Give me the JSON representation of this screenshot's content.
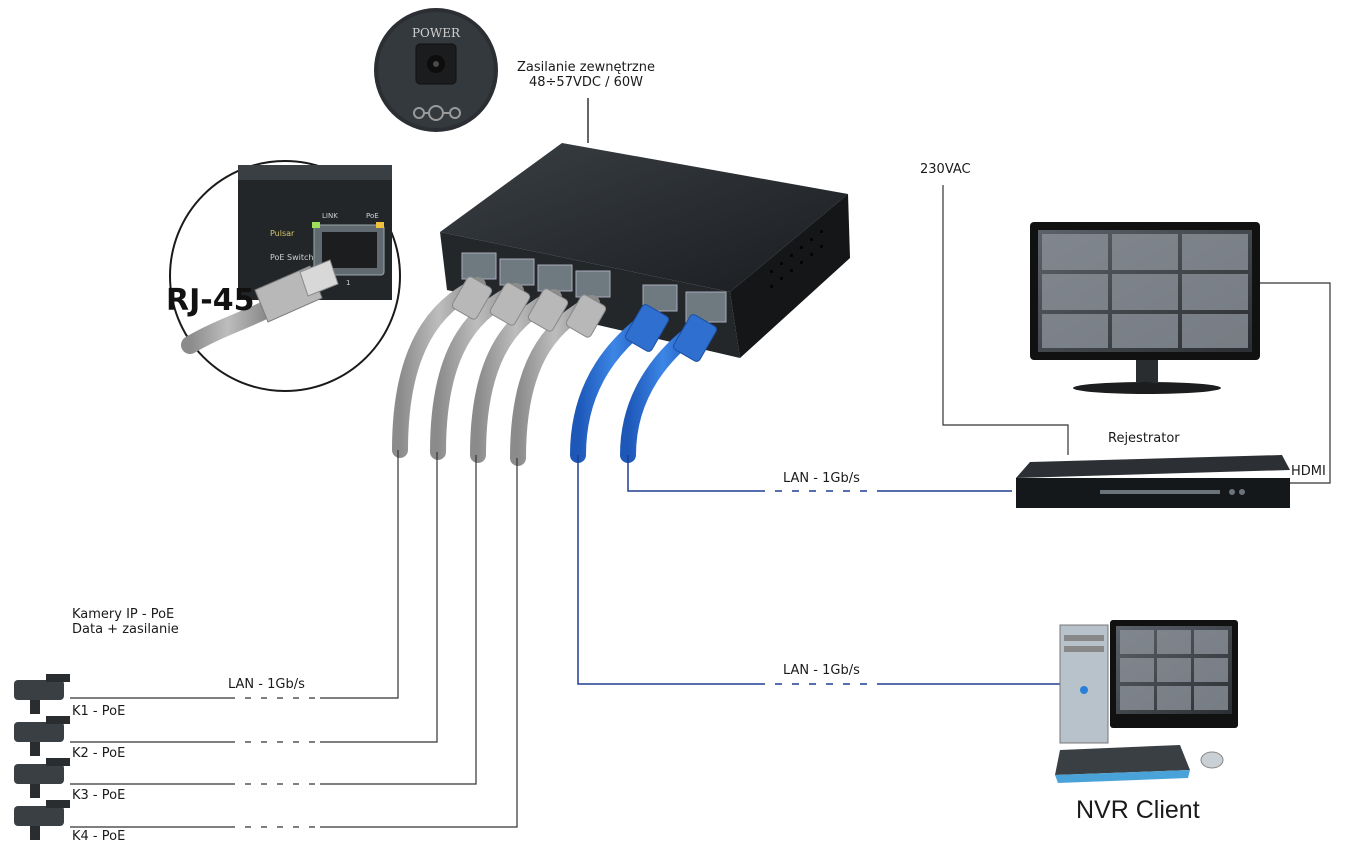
{
  "power": {
    "jack_label": "POWER",
    "line1": "Zasilanie zewnętrzne",
    "line2": "48÷57VDC / 60W"
  },
  "inset": {
    "connector_label": "RJ-45",
    "brand": "Pulsar",
    "device": "PoE Switch",
    "led_link": "LINK",
    "led_poe": "PoE",
    "port_no": "1"
  },
  "cameras": {
    "title_line1": "Kamery IP - PoE",
    "title_line2": "Data + zasilanie",
    "items": [
      {
        "label": "K1 - PoE"
      },
      {
        "label": "K2 - PoE"
      },
      {
        "label": "K3 - PoE"
      },
      {
        "label": "K4 - PoE"
      }
    ],
    "link_label": "LAN - 1Gb/s"
  },
  "recorder": {
    "label": "Rejestrator",
    "mains": "230VAC",
    "video_link": "HDMI",
    "lan_label": "LAN - 1Gb/s"
  },
  "client": {
    "label": "NVR Client",
    "lan_label": "LAN - 1Gb/s"
  },
  "colors": {
    "poe_cable": "#9e9e9e",
    "uplink_cable": "#2f6fd0",
    "switch_body": "#1f2326",
    "line_dark": "#444444",
    "line_blue": "#1f3f93"
  }
}
